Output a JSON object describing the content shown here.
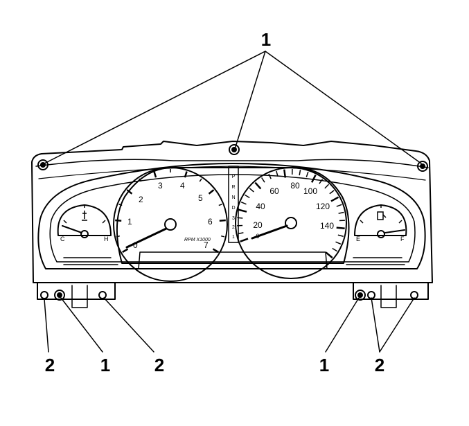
{
  "diagram": {
    "callouts": {
      "top": "1",
      "bottom_left_a": "2",
      "bottom_left_b": "1",
      "bottom_left_c": "2",
      "bottom_right_a": "1",
      "bottom_right_b": "2"
    },
    "tachometer": {
      "labels": [
        "0",
        "1",
        "2",
        "3",
        "4",
        "5",
        "6",
        "7"
      ],
      "units": "RPM X1000"
    },
    "speedometer": {
      "labels": [
        "0",
        "20",
        "40",
        "60",
        "80",
        "100",
        "120",
        "140"
      ]
    },
    "prndl": [
      "P",
      "R",
      "N",
      "D",
      "3",
      "2",
      "1"
    ],
    "temp_gauge": {
      "low": "C",
      "high": "H"
    },
    "fuel_gauge": {
      "low": "E",
      "high": "F"
    }
  }
}
